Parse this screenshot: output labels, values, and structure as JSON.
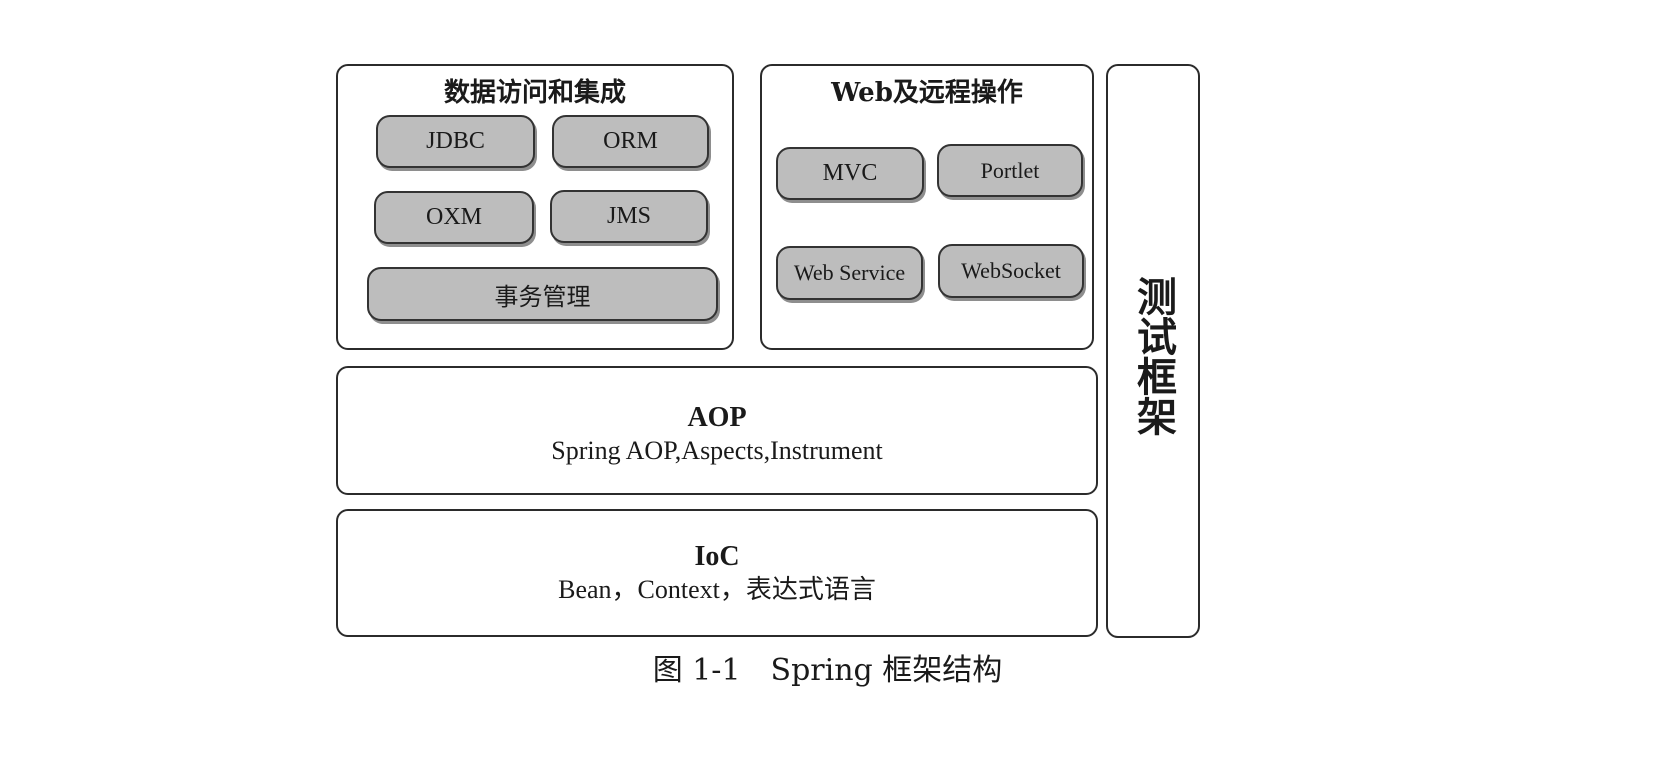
{
  "data_access": {
    "title": "数据访问和集成",
    "modules": [
      "JDBC",
      "ORM",
      "OXM",
      "JMS"
    ],
    "transaction": "事务管理"
  },
  "web": {
    "title": "Web及远程操作",
    "modules": [
      "MVC",
      "Portlet",
      "Web Service",
      "WebSocket"
    ]
  },
  "aop": {
    "title": "AOP",
    "subtitle": "Spring AOP,Aspects,Instrument"
  },
  "ioc": {
    "title": "IoC",
    "subtitle": "Bean，Context，表达式语言"
  },
  "test": {
    "label": "测试框架"
  },
  "caption": "图 1-1　Spring 框架结构",
  "colors": {
    "module_fill": "#bdbdbd",
    "border": "#2b2b2b",
    "background": "#ffffff"
  }
}
